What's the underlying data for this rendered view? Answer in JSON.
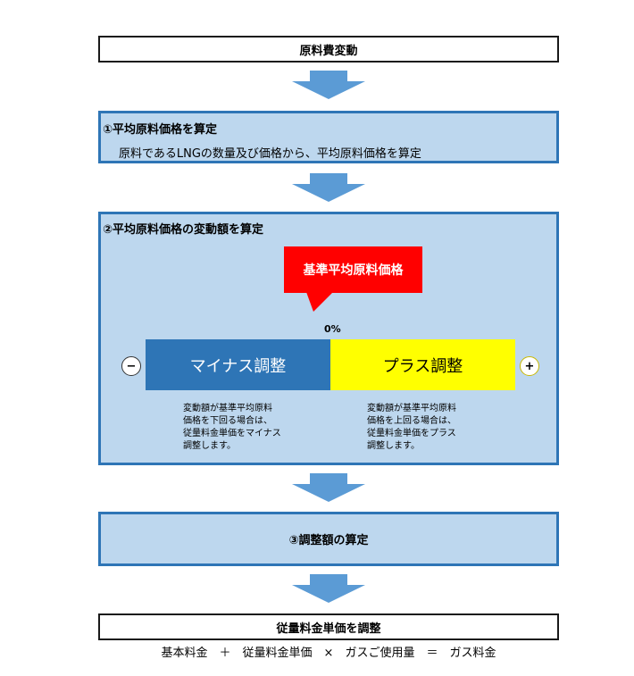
{
  "top_box": {
    "title": "原料費変動"
  },
  "step1": {
    "heading": "①平均原料価格を算定",
    "body": "原料であるLNGの数量及び価格から、平均原料価格を算定"
  },
  "step2": {
    "heading": "②平均原料価格の変動額を算定",
    "callout": "基準平均原料価格",
    "zero_label": "0%",
    "minus_sign": "−",
    "plus_sign": "+",
    "minus_bar_label": "マイナス調整",
    "plus_bar_label": "プラス調整",
    "minus_desc": "変動額が基準平均原料\n価格を下回る場合は、\n従量料金単価をマイナス\n調整します。",
    "plus_desc": "変動額が基準平均原料\n価格を上回る場合は、\n従量料金単価をプラス\n調整します。"
  },
  "step3": {
    "heading": "③調整額の算定"
  },
  "final_box": {
    "title": "従量料金単価を調整"
  },
  "formula": "基本料金　＋　従量料金単価　×　ガスご使用量　＝　ガス料金",
  "colors": {
    "arrow": "#5b9bd5",
    "box_border": "#2e75b6",
    "box_fill": "#bdd7ee",
    "callout_red": "#ff0000",
    "minus_bar": "#2e75b6",
    "plus_bar": "#ffff00"
  },
  "icons": [
    "down-arrow",
    "callout-pointer"
  ]
}
